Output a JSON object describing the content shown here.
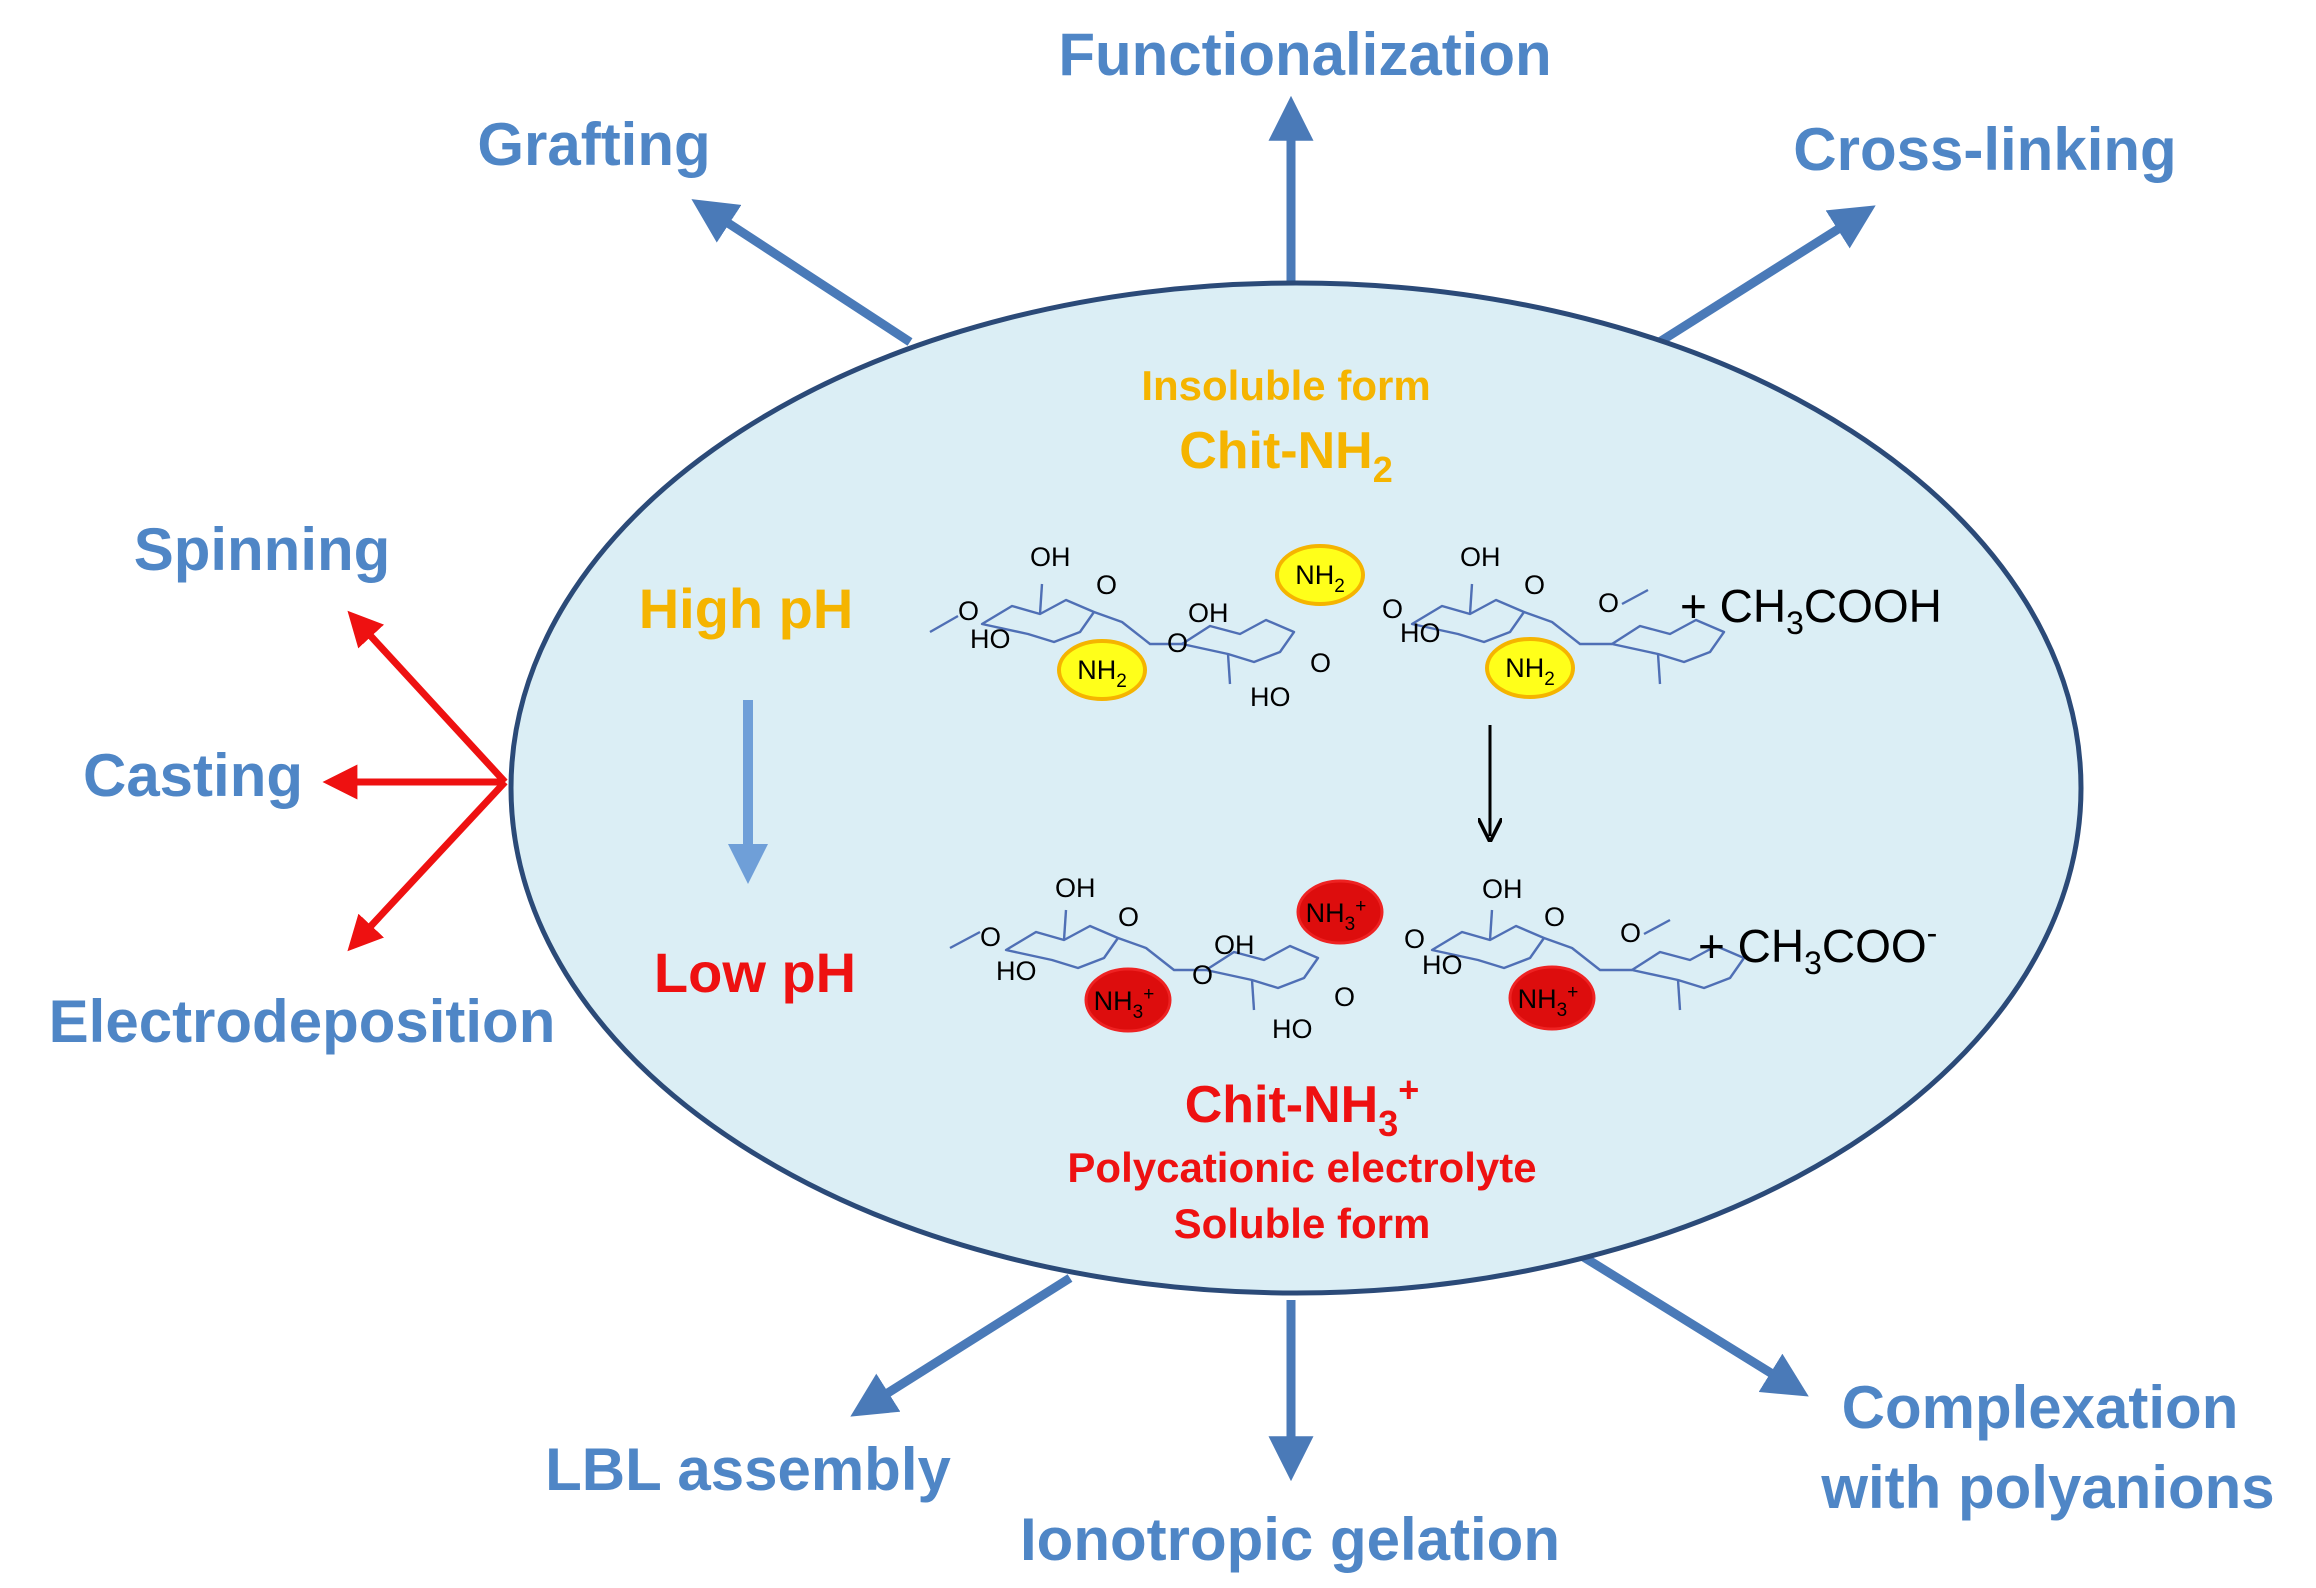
{
  "colors": {
    "label_blue": "#4f86c6",
    "arrow_blue": "#4a7ab8",
    "process_red": "#ee1111",
    "insoluble_orange": "#f5b400",
    "ellipse_fill": "#dbeef5",
    "ellipse_stroke": "#2b4a78",
    "nh2_fill": "#ffff1a",
    "nh3_fill": "#dd0d0d"
  },
  "outer_labels": {
    "functionalization": "Functionalization",
    "grafting": "Grafting",
    "cross_linking": "Cross-linking",
    "spinning": "Spinning",
    "casting": "Casting",
    "electrodeposition": "Electrodeposition",
    "lbl_assembly": "LBL assembly",
    "ionotropic_gelation": "Ionotropic gelation",
    "complexation_line1": "Complexation",
    "complexation_line2": "with polyanions"
  },
  "center": {
    "insoluble_form": "Insoluble form",
    "chit_nh2_base": "Chit-NH",
    "chit_nh2_sub": "2",
    "high_ph": "High pH",
    "low_ph": "Low pH",
    "chit_nh3_base": "Chit-NH",
    "chit_nh3_sub": "3",
    "chit_nh3_sup": "+",
    "polycationic": "Polycationic electrolyte",
    "soluble_form": "Soluble form"
  },
  "reaction": {
    "top_plus": "+ CH",
    "top_sub": "3",
    "top_rest": "COOH",
    "bottom_plus": "+ CH",
    "bottom_sub": "3",
    "bottom_rest": "COO",
    "bottom_sup": "-"
  },
  "molecule_labels": {
    "oh": "OH",
    "ho": "HO",
    "o": "O",
    "nh": "NH",
    "nh_sub": "2",
    "nh3_sub": "3",
    "nh3_sup": "+"
  }
}
